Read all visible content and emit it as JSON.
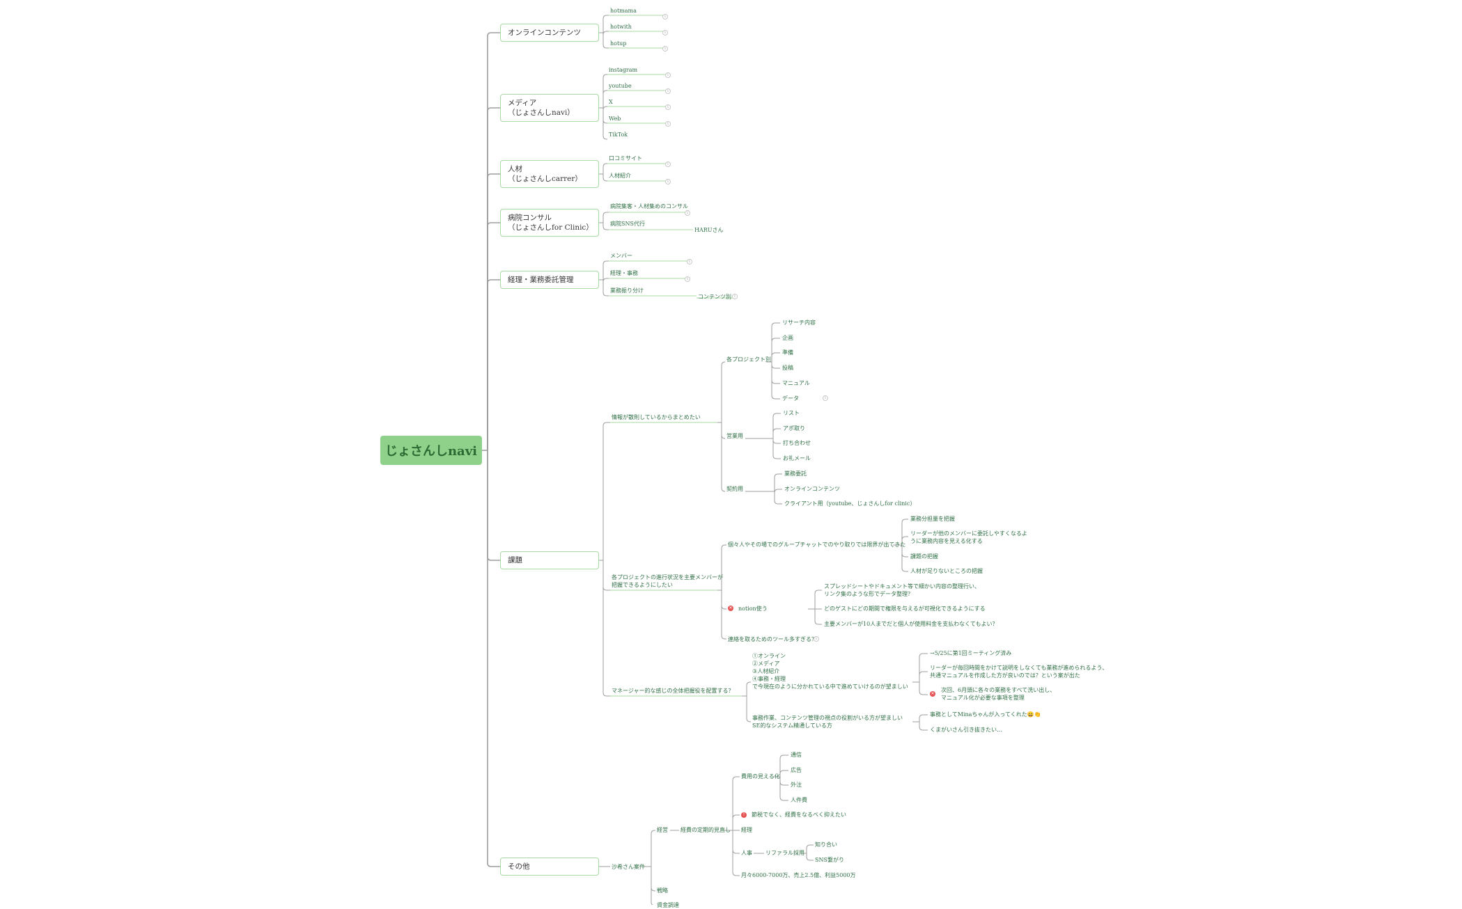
{
  "colors": {
    "line": "#9e9e9e",
    "link": "#a8d9a2",
    "node_text": "#2f6f45",
    "root_fill": "#8fd18a",
    "root_text": "#2c6b33",
    "mark": "#e55454"
  },
  "root": "じょさんしnavi",
  "branches": {
    "online": "オンラインコンテンツ",
    "media": "メディア\n（じょさんしnavi）",
    "jinzai": "人材\n（じょさんしcarrer）",
    "byoin": "病院コンサル\n（じょさんしfor Clinic）",
    "keiri": "経理・業務委託管理",
    "kadai": "課題",
    "sonota": "その他"
  },
  "online": {
    "a": "hotmama",
    "b": "hotwith",
    "c": "hotup"
  },
  "media": {
    "a": "instagram",
    "b": "youtube",
    "c": "X",
    "d": "Web",
    "e": "TikTok"
  },
  "jinzai": {
    "a": "口コミサイト",
    "b": "人材紹介"
  },
  "byoin": {
    "a": "病院集客・人材集めのコンサル",
    "b": "病院SNS代行",
    "c": "HARUさん"
  },
  "keiri": {
    "a": "メンバー",
    "b": "経理・事務",
    "c": "業務振り分け",
    "d": "コンテンツ別"
  },
  "kadai": {
    "joho": "情報が散則しているからまとめたい",
    "kakupro": "各プロジェクト別",
    "kakupro_items": [
      "リサーチ内容",
      "企画",
      "準備",
      "投稿",
      "マニュアル",
      "データ"
    ],
    "eigyo": "営業用",
    "eigyo_items": [
      "リスト",
      "アポ取り",
      "打ち合わせ",
      "お礼メール"
    ],
    "keiyaku": "契約用",
    "keiyaku_items": [
      "業務委託",
      "オンラインコンテンツ",
      "クライアント用（youtube、じょさんしfor clinic）"
    ],
    "shinko": "各プロジェクトの進行状況を主要メンバーが\n把握できるようにしたい",
    "group": "個々人やその場でのグループチャットでのやり取りでは限界が出てきた",
    "group_items": [
      "業務分担量を把握",
      "リーダーが他のメンバーに委託しやすくなるよ\nうに業務内容を見える化する",
      "課題の把握",
      "人材が足りないところの把握"
    ],
    "notion": "notion使う",
    "notion_items": [
      "スプレッドシートやドキュメント等で細かい内容の整理行い、\nリンク集のような形でデータ整理？",
      "どのゲストにどの期間で権限を与えるが可視化できるようにする",
      "主要メンバーが10人までだと個人が使用料金を支払わなくてもよい？"
    ],
    "renraku": "連絡を取るためのツール多すぎる？",
    "manager": "マネージャー的な感じの全体把握役を配置する？",
    "mgr_a": "①オンライン\n②メディア\n③人材紹介\n④事務・経理\nで今現在のように分かれている中で進めていけるのが望ましい",
    "mgr_a_items": [
      "→5/25に第1回ミーティング済み",
      "リーダーが毎回時間をかけて説明をしなくても業務が進められるよう、\n共通マニュアルを作成した方が良いのでは？という案が出た",
      "次回、6月頭に各々の業務をすべて洗い出し、\nマニュアル化が必要な事項を整理"
    ],
    "mgr_b": "事務作業、コンテンツ管理の視点の役割がいる方が望ましい\nSE的なシステム精通している方",
    "mgr_b_items": [
      "事務としてMinaちゃんが入ってくれた😄👏",
      "くまがいさん引き抜きたい…"
    ]
  },
  "sonota": {
    "saki": "沙希さん案件",
    "keiei": "経営",
    "keihi": "経費の定期的見直し",
    "hiyo": "費用の見える化",
    "hiyo_items": [
      "通信",
      "広告",
      "外注",
      "人件費"
    ],
    "setsuzei": "節税でなく、経費をなるべく抑えたい",
    "keiri": "経理",
    "jinji": "人事",
    "referral": "リファラル採用",
    "referral_items": [
      "知り合い",
      "SNS繋がり"
    ],
    "getsu": "月々6000-7000万、売上2.5億、利益5000万",
    "senryaku": "戦略",
    "shikin": "資金調達"
  }
}
